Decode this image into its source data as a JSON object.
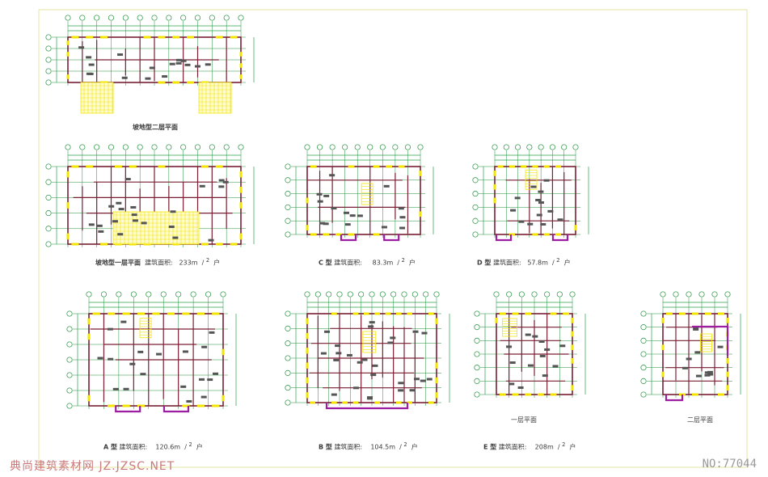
{
  "plans": [
    {
      "id": "top-floor",
      "caption": "坡地型二层平面",
      "area": "",
      "unit": "",
      "sup": "",
      "tail": ""
    },
    {
      "id": "first-floor",
      "caption": "坡地型一层平面",
      "area": "建筑面积:",
      "value": "233m",
      "sup": "2",
      "tail": "户"
    },
    {
      "id": "type-c",
      "caption": "C 型",
      "area": "建筑面积:",
      "value": "83.3m",
      "sup": "2",
      "tail": "户"
    },
    {
      "id": "type-d",
      "caption": "D 型",
      "area": "建筑面积:",
      "value": "57.8m",
      "sup": "2",
      "tail": "户"
    },
    {
      "id": "type-a",
      "caption": "A 型",
      "area": "建筑面积:",
      "value": "120.6m",
      "sup": "2",
      "tail": "户"
    },
    {
      "id": "type-b",
      "caption": "B 型",
      "area": "建筑面积:",
      "value": "104.5m",
      "sup": "2",
      "tail": "户"
    },
    {
      "id": "type-e",
      "caption": "E 型",
      "area": "建筑面积:",
      "value": "208m",
      "sup": "2",
      "tail": "户"
    }
  ],
  "sublabels": {
    "e_first": "一层平面",
    "e_second": "二层平面"
  },
  "watermark": {
    "left": "典尚建筑素材网 JZ.JZSC.NET",
    "right": "NO:77044"
  },
  "colors": {
    "wall": "#7a1f33",
    "grid": "#1f8f3a",
    "window": "#f2e600",
    "balcony": "#9b1fa0",
    "dim": "#2aa14a"
  }
}
